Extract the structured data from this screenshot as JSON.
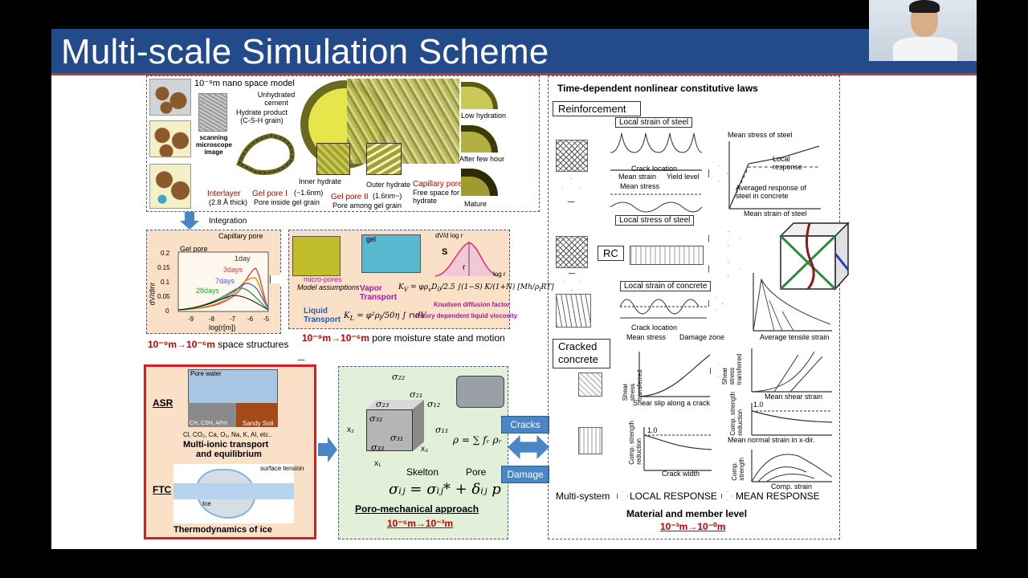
{
  "title": "Multi-scale Simulation Scheme",
  "nano": {
    "heading": "10⁻⁹m nano space model",
    "sem": "scanning microscope image",
    "unhydrated": "Unhydrated cement",
    "hydrate_product": "Hydrate product (C-S-H grain)",
    "inner": "Inner hydrate",
    "outer": "Outer hydrate",
    "capillary": "Capillary pore",
    "capillary_sub": "Free space for hydrate",
    "interlayer": "Interlayer",
    "interlayer_sub": "(2.8 Å thick)",
    "gel1": "Gel pore I",
    "gel1_size": "(~1.6nm)",
    "gel1_sub": "Pore inside gel grain",
    "gel2": "Gel pore II",
    "gel2_size": "(1.6nm~)",
    "gel2_sub": "Pore among gel grain",
    "low_hydration": "Low hydration",
    "after_few_hour": "After few hour",
    "mature": "Mature"
  },
  "integration": "Integration",
  "pore_chart": {
    "gel_pore": "Gel pore",
    "capillary_pore": "Capillary pore",
    "ylabel": "dV/dlnr",
    "xlabel": "log(r[m])",
    "yticks": [
      "0.2",
      "0.15",
      "0.1",
      "0.05",
      "0"
    ],
    "xticks": [
      "-9",
      "-8",
      "-7",
      "-6",
      "-5"
    ],
    "labels": [
      "1day",
      "3days",
      "7days",
      "28days"
    ],
    "caption_red": "10⁻⁹m→10⁻⁶m",
    "caption": "space structures"
  },
  "moisture": {
    "model_assumptions": "Model assumptions",
    "micro_pores": "micro-pores",
    "vapor": "Vapor Transport",
    "liquid": "Liquid Transport",
    "knudsen": "Knudsen diffusion factor",
    "history": "History dependent liquid viscosity",
    "gel": "gel",
    "dv": "dV/d log r",
    "logr": "log r",
    "s": "S",
    "rc": "r",
    "caption_red": "10⁻⁹m→10⁻⁶m",
    "caption": "pore moisture state and motion"
  },
  "asr": {
    "label": "ASR",
    "pore_water": "Pore water",
    "phases": "CH, CSH, AFm",
    "sandy": "Sandy Soil",
    "ions": "Cl, CO₂, Ca, O₂, Na, K, Al, etc..",
    "title1": "Multi-ionic transport",
    "title2": "and equilibrium",
    "ftc": "FTC",
    "ice": "Ice",
    "surface_tension": "surface tension",
    "ice_title": "Thermodynamics of ice"
  },
  "poro": {
    "s22": "σ₂₂",
    "s21": "σ₂₁",
    "s23": "σ₂₃",
    "s12": "σ₁₂",
    "s32": "σ₃₂",
    "s31": "σ₃₁",
    "s11": "σ₁₁",
    "s33": "σ₃₃",
    "x1": "x₁",
    "x2": "x₂",
    "x3": "x₃",
    "rho": "ρ = ∑ fᵣ ρᵣ",
    "skelton": "Skelton",
    "pore": "Pore",
    "equation": "σᵢⱼ = σᵢⱼ* + δᵢⱼ p",
    "title": "Poro-mechanical approach",
    "range": "10⁻⁶m→10⁻³m"
  },
  "buttons": {
    "cracks": "Cracks",
    "damage": "Damage"
  },
  "right": {
    "heading": "Time-dependent nonlinear constitutive laws",
    "reinforcement": "Reinforcement",
    "local_strain_steel": "Local strain of steel",
    "crack_location": "Crack location",
    "mean_strain": "Mean strain",
    "yield_level": "Yield level",
    "mean_stress": "Mean stress",
    "local_stress_steel": "Local stress of steel",
    "mean_stress_steel": "Mean stress of steel",
    "local_response": "Local response",
    "averaged": "Averaged response of steel in concrete",
    "mean_strain_steel": "Mean strain of steel",
    "rc": "RC",
    "local_strain_concrete": "Local strain of concrete",
    "crack_location2": "Crack location",
    "mean_stress2": "Mean stress",
    "damage_zone": "Damage zone",
    "avg_tensile": "Average tensile strain",
    "cracked": "Cracked concrete",
    "shear_stress": "Shear stress transferred",
    "shear_slip": "Shear slip along a crack",
    "shear_stress2": "Shear stress transferred",
    "mean_shear": "Mean shear strain",
    "comp_red": "Comp. strength reduction",
    "crack_width": "Crack width",
    "one": "1.0",
    "comp_red2": "Comp. strength reduction",
    "one2": "1.0",
    "mean_normal": "Mean normal strain in x-dir.",
    "comp_strength": "Comp. strength",
    "comp_strain": "Comp. strain",
    "multi_system": "Multi-system",
    "local_response2": "LOCAL RESPONSE",
    "mean_response": "MEAN RESPONSE",
    "material_level": "Material and member level",
    "range": "10⁻³m→10⁻⁰m"
  }
}
